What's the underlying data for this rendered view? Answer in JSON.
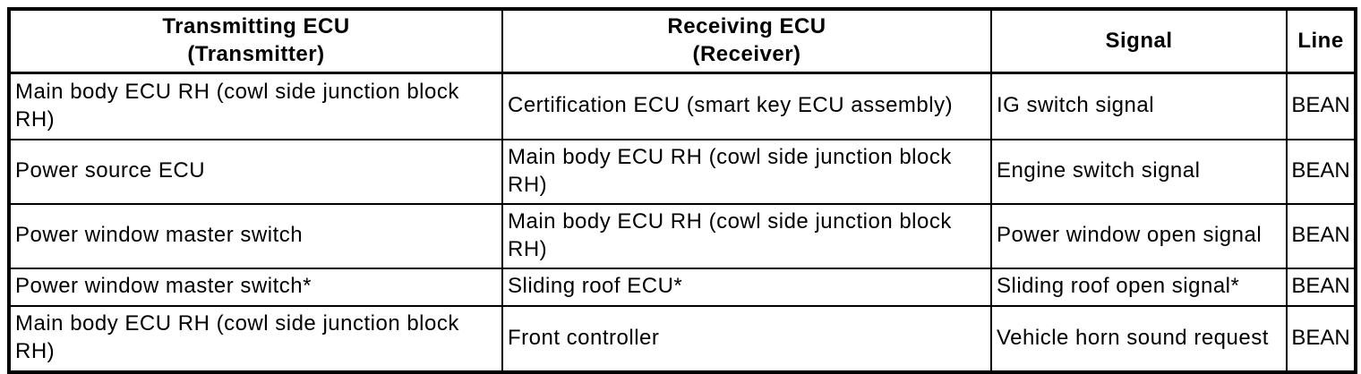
{
  "colors": {
    "background": "#ffffff",
    "border": "#000000",
    "text": "#000000"
  },
  "table": {
    "columns": [
      "Transmitting ECU\n(Transmitter)",
      "Receiving ECU\n(Receiver)",
      "Signal",
      "Line"
    ],
    "rows": [
      [
        "Main body ECU RH (cowl side junction block RH)",
        "Certification ECU (smart key ECU assembly)",
        "IG switch signal",
        "BEAN"
      ],
      [
        "Power source ECU",
        "Main body ECU RH (cowl side junction block RH)",
        "Engine switch signal",
        "BEAN"
      ],
      [
        "Power window master switch",
        "Main body ECU RH (cowl side junction block RH)",
        "Power window open signal",
        "BEAN"
      ],
      [
        "Power window master switch*",
        "Sliding roof ECU*",
        "Sliding roof open signal*",
        "BEAN"
      ],
      [
        "Main body ECU RH (cowl side junction block RH)",
        "Front controller",
        "Vehicle horn sound request",
        "BEAN"
      ]
    ]
  }
}
